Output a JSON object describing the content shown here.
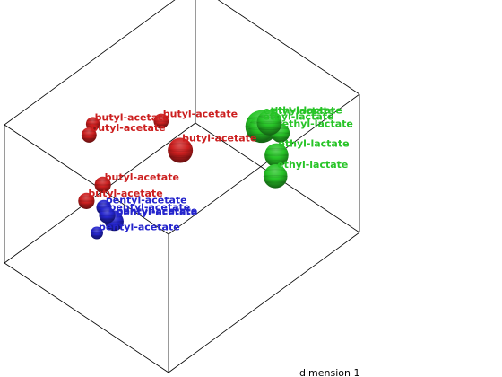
{
  "chart_data": {
    "type": "scatter",
    "projection": "3d",
    "title": "",
    "xlabel": "dimension 1",
    "grid": false,
    "legend": "none",
    "colors": {
      "butyl-acetate": "#cc1f1f",
      "pentyl-acetate": "#2424cc",
      "ethyl-lactate": "#27c427"
    },
    "series": [
      {
        "name": "butyl-acetate",
        "points": [
          {
            "label": "butyl-acetate",
            "x": 0.05,
            "y": 0.42,
            "z": 0.62,
            "size": 0.55
          },
          {
            "label": "butyl-acetate",
            "x": 0.05,
            "y": 0.4,
            "z": 0.56,
            "size": 0.6
          },
          {
            "label": "butyl-acetate",
            "x": 0.28,
            "y": 0.58,
            "z": 0.66,
            "size": 0.6
          },
          {
            "label": "butyl-acetate",
            "x": 0.42,
            "y": 0.56,
            "z": 0.58,
            "size": 1.0
          },
          {
            "label": "butyl-acetate",
            "x": 0.25,
            "y": 0.3,
            "z": 0.46,
            "size": 0.65
          },
          {
            "label": "butyl-acetate",
            "x": 0.22,
            "y": 0.24,
            "z": 0.38,
            "size": 0.65
          }
        ]
      },
      {
        "name": "pentyl-acetate",
        "points": [
          {
            "label": "pentyl-acetate",
            "x": 0.28,
            "y": 0.28,
            "z": 0.34,
            "size": 0.6
          },
          {
            "label": "pentyl-acetate",
            "x": 0.3,
            "y": 0.28,
            "z": 0.3,
            "size": 0.65
          },
          {
            "label": "pentyl-acetate",
            "x": 0.32,
            "y": 0.3,
            "z": 0.27,
            "size": 0.65
          },
          {
            "label": "pentyl-acetate",
            "x": 0.32,
            "y": 0.3,
            "z": 0.25,
            "size": 0.75
          },
          {
            "label": "pentyl-acetate",
            "x": 0.26,
            "y": 0.26,
            "z": 0.16,
            "size": 0.5
          }
        ]
      },
      {
        "name": "ethyl-lactate",
        "points": [
          {
            "label": "ethyl-lactate",
            "x": 0.8,
            "y": 0.7,
            "z": 0.94,
            "size": 1.0
          },
          {
            "label": "ethyl-lactate",
            "x": 0.82,
            "y": 0.74,
            "z": 0.84,
            "size": 0.75
          },
          {
            "label": "ethyl-lactate",
            "x": 0.66,
            "y": 0.78,
            "z": 0.72,
            "size": 1.3
          },
          {
            "label": "ethyl-lactate",
            "x": 0.68,
            "y": 0.76,
            "z": 0.74,
            "size": 1.0
          },
          {
            "label": "ethyl-lactate",
            "x": 0.82,
            "y": 0.72,
            "z": 0.7,
            "size": 0.95
          },
          {
            "label": "ethyl-lactate",
            "x": 0.86,
            "y": 0.68,
            "z": 0.62,
            "size": 0.95
          }
        ]
      }
    ]
  }
}
